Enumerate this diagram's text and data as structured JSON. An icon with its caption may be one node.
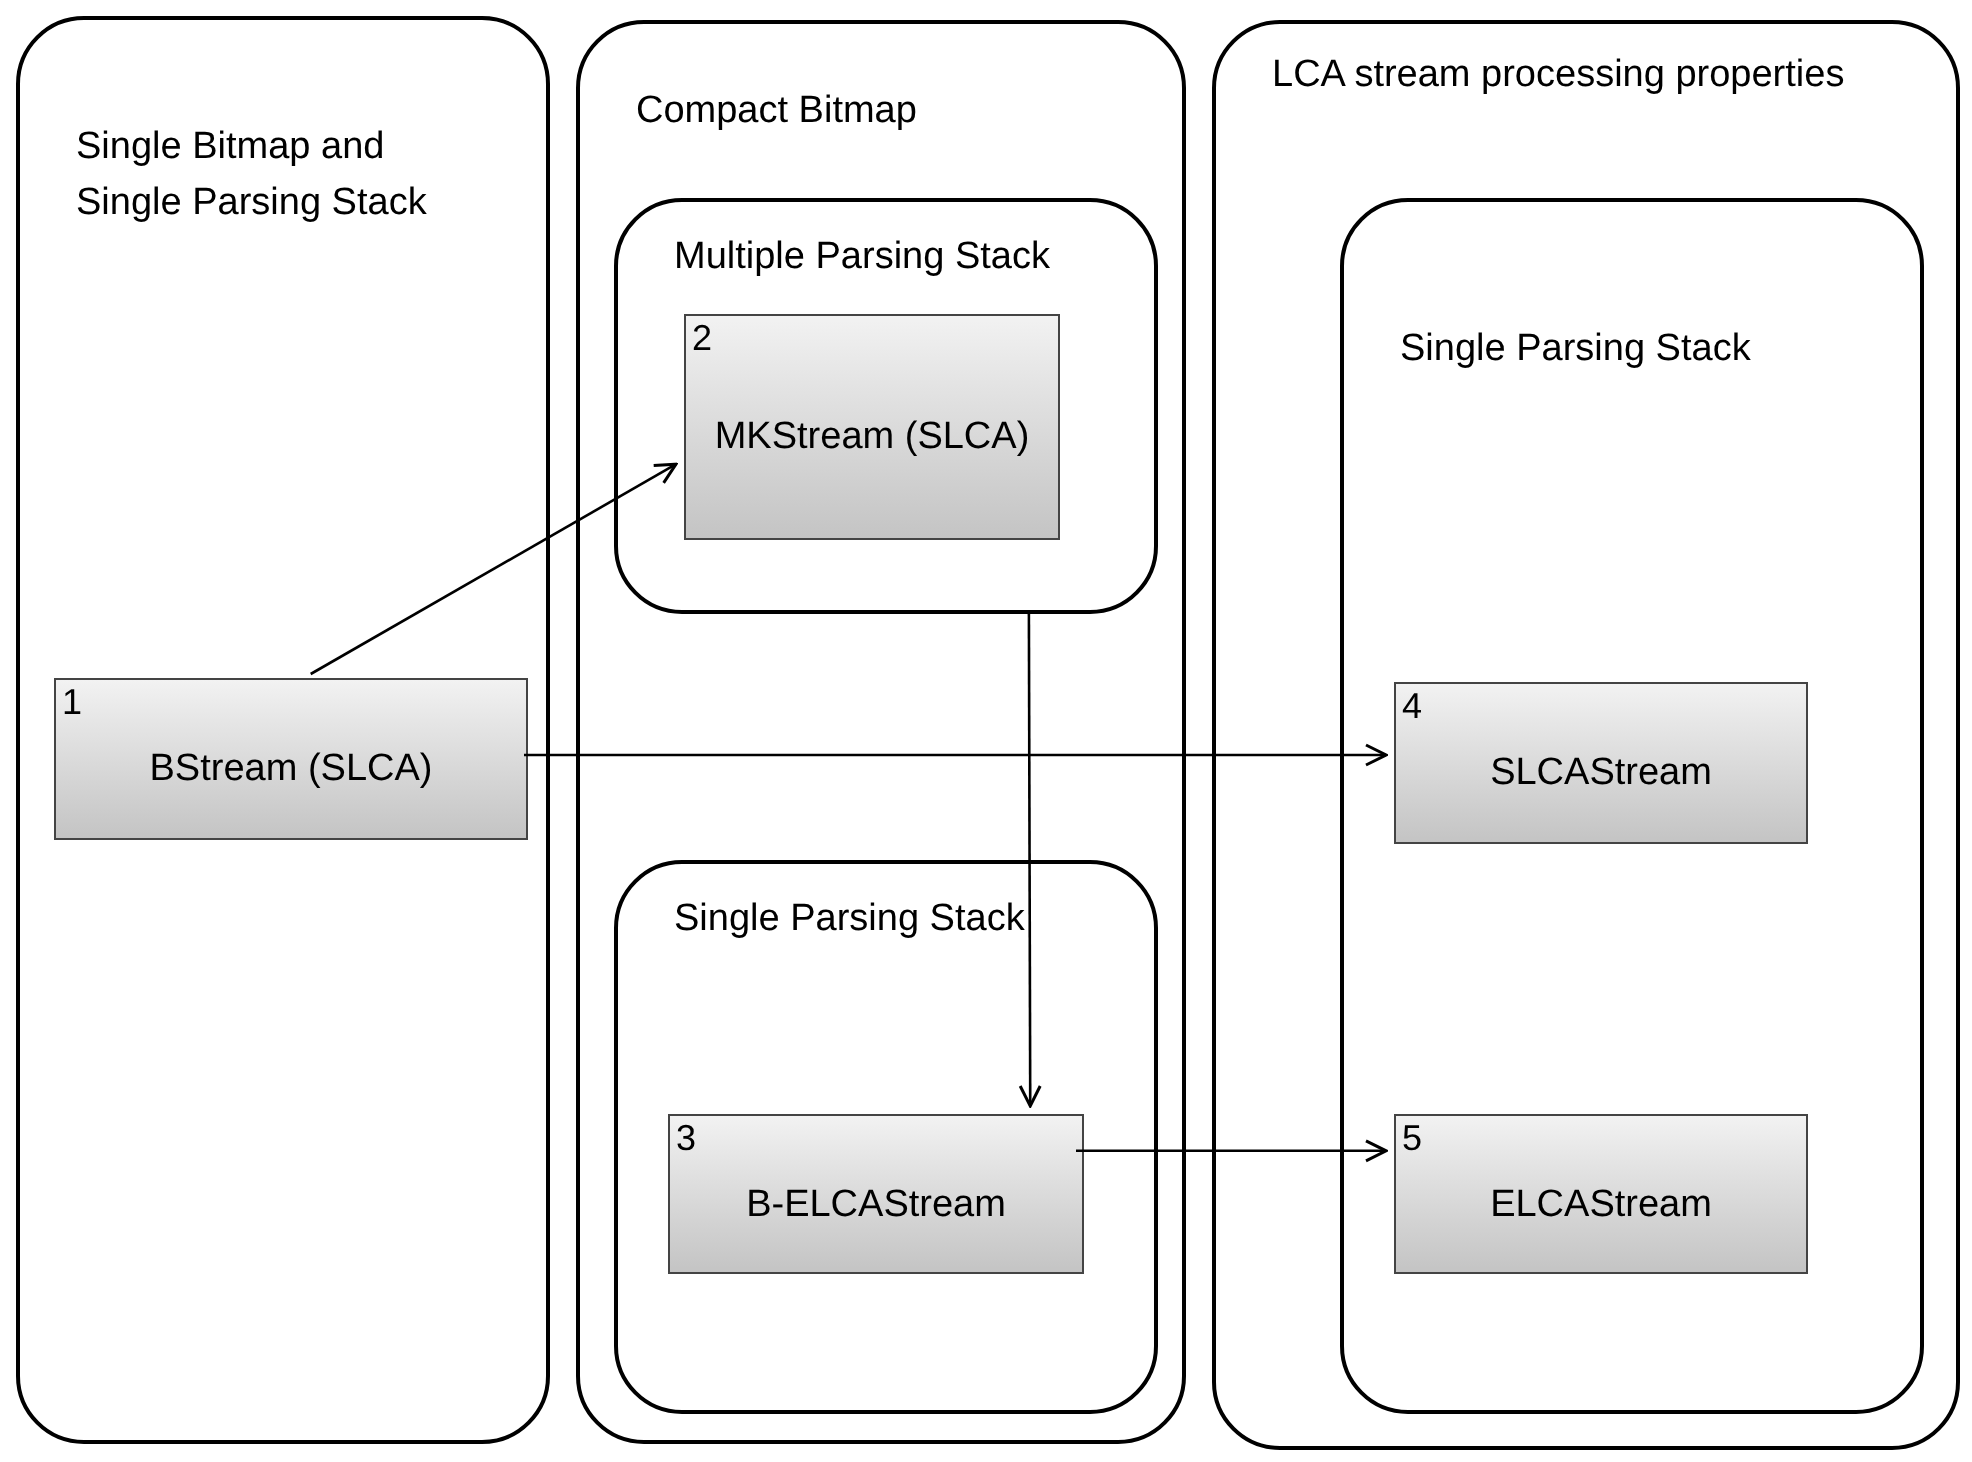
{
  "diagram": {
    "nodes": [
      {
        "text": [
          "Single Bitmap and Single Parsing Stack"
        ]
      },
      {
        "text": [
          "1",
          "BStream (SLCA)"
        ],
        "in": 0
      },
      {
        "text": [
          "Compact Bitmap"
        ]
      },
      {
        "text": [
          "Multiple Parsing Stack"
        ],
        "in": 2
      },
      {
        "text": [
          "2",
          "MKStream (SLCA)"
        ],
        "in": 3
      },
      {
        "text": [
          "Single Parsing Stack"
        ],
        "in": 2
      },
      {
        "text": [
          "3",
          "B-ELCAStream"
        ],
        "in": 5
      },
      {
        "text": [
          "LCA stream processing properties"
        ]
      },
      {
        "text": [
          "Single Parsing Stack"
        ],
        "in": 7
      },
      {
        "text": [
          "4",
          "SLCAStream"
        ],
        "in": 8
      },
      {
        "text": [
          "5",
          "ELCAStream"
        ],
        "in": 8
      }
    ],
    "edges": [
      {
        "from": 1,
        "to": 4,
        "arrow": "to"
      },
      {
        "from": 1,
        "to": 9,
        "arrow": "to"
      },
      {
        "from": 3,
        "to": 6,
        "arrow": "to"
      },
      {
        "from": 6,
        "to": 10,
        "arrow": "to"
      }
    ]
  }
}
